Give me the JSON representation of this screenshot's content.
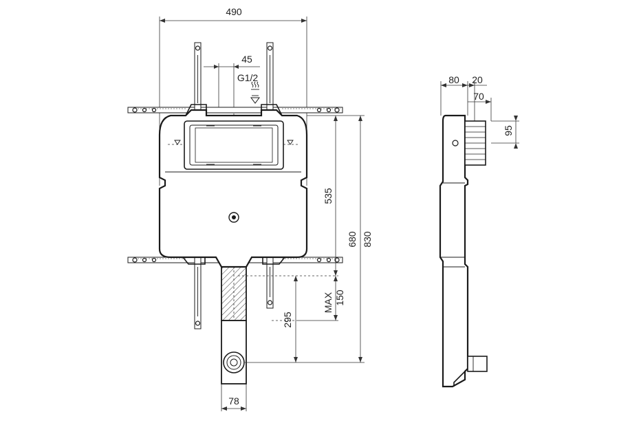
{
  "front_view": {
    "width_label": "490",
    "offset_label": "45",
    "water_inlet_label": "G1/2",
    "height_535_label": "535",
    "height_680_label": "680",
    "height_830_label": "830",
    "max_label": "MAX",
    "max_150_label": "150",
    "height_295_label": "295",
    "pipe_width_label": "78"
  },
  "side_view": {
    "depth_80_label": "80",
    "depth_20_label": "20",
    "depth_70_label": "70",
    "height_95_label": "95"
  }
}
